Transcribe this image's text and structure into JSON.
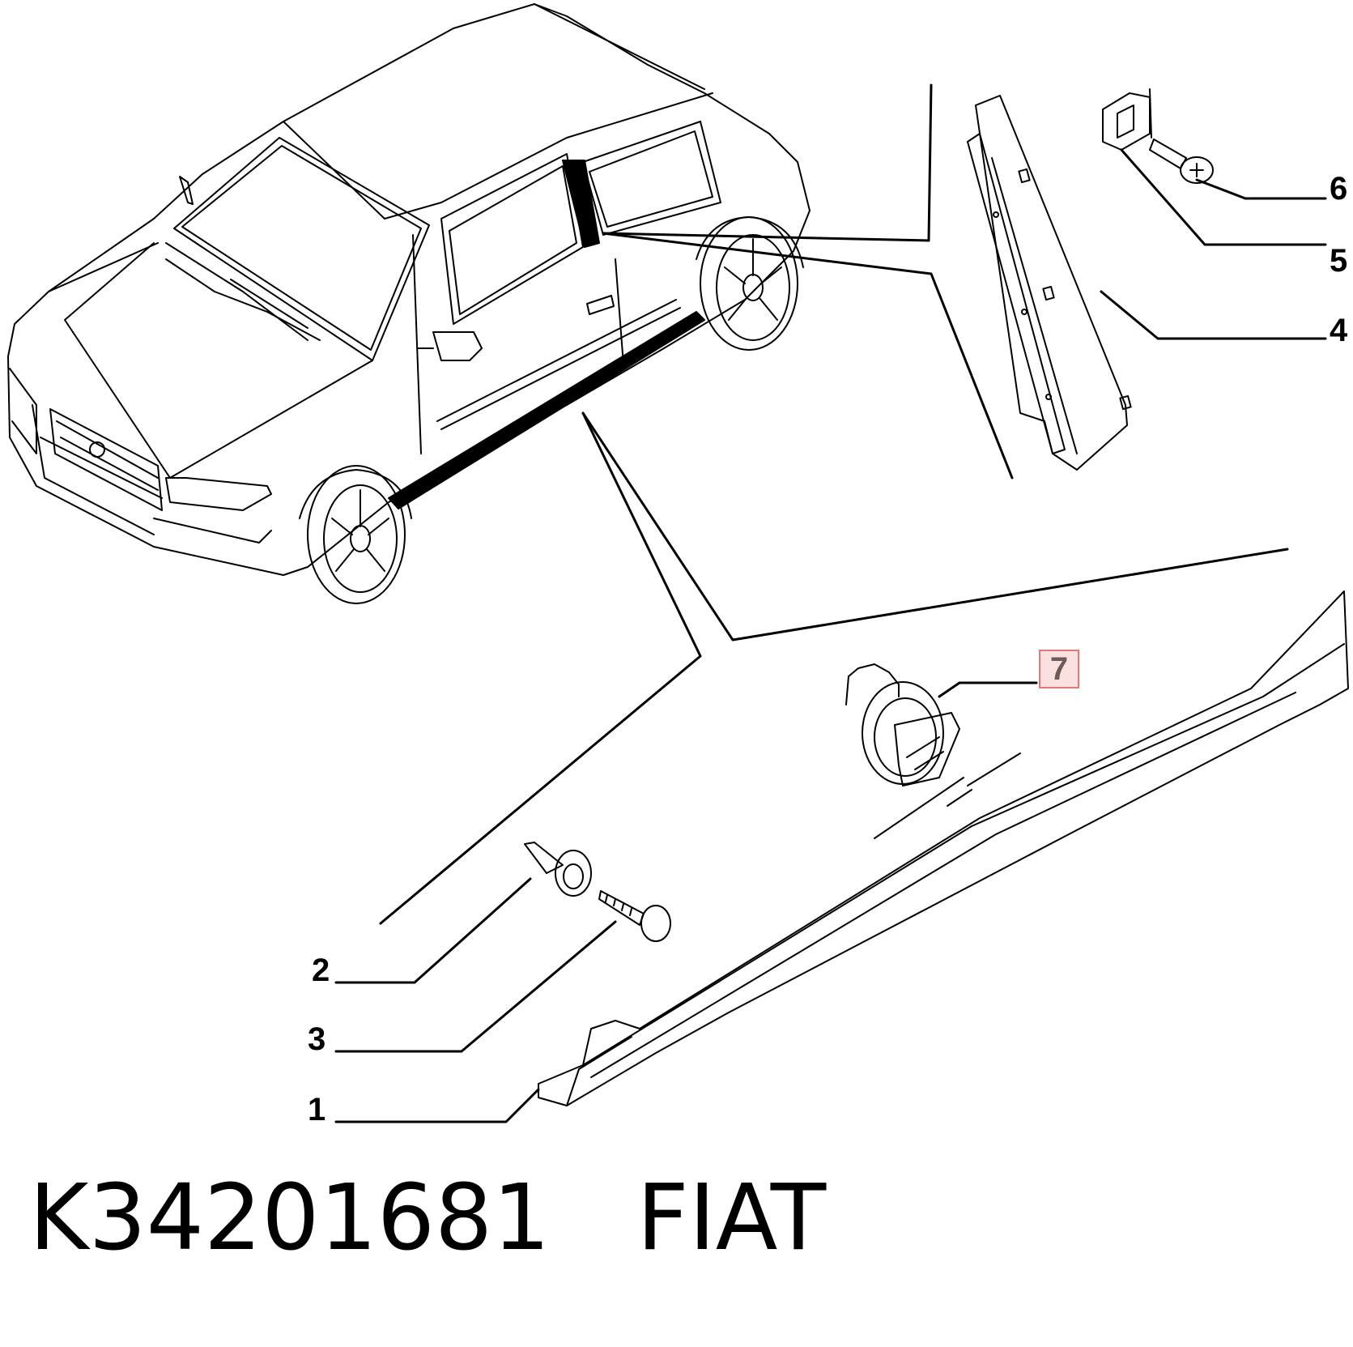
{
  "diagram": {
    "callouts": [
      {
        "id": "1",
        "text": "1"
      },
      {
        "id": "2",
        "text": "2"
      },
      {
        "id": "3",
        "text": "3"
      },
      {
        "id": "4",
        "text": "4"
      },
      {
        "id": "5",
        "text": "5"
      },
      {
        "id": "6",
        "text": "6"
      },
      {
        "id": "7",
        "text": "7",
        "highlighted": true
      }
    ],
    "caption": {
      "part_number": "K34201681",
      "brand": "FIAT"
    },
    "colors": {
      "line": "#000000",
      "highlight_fill": "#fbe0e0",
      "highlight_border": "#e07878"
    }
  }
}
